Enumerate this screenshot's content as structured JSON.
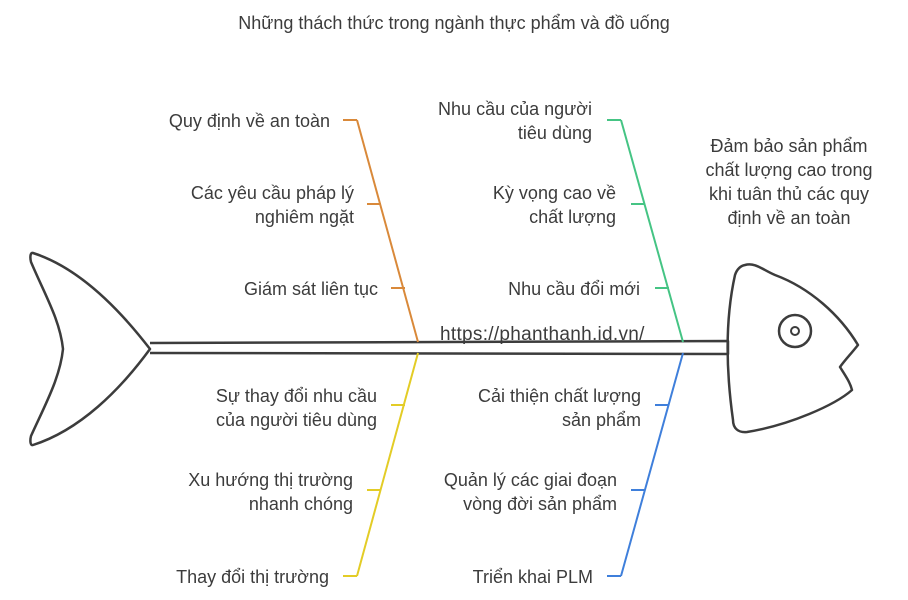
{
  "title": "Những thách thức trong ngành thực phẩm và đồ uống",
  "head_text": [
    "Đảm bảo sản phẩm",
    "chất lượng cao trong",
    "khi tuân thủ các quy",
    "định về an toàn"
  ],
  "watermark": "https://phanthanh.id.vn/",
  "branches": {
    "top_left": {
      "color": "#d9893a",
      "items": [
        {
          "lines": [
            "Quy định về an toàn"
          ]
        },
        {
          "lines": [
            "Các yêu cầu pháp lý",
            "nghiêm ngặt"
          ]
        },
        {
          "lines": [
            "Giám sát liên tục"
          ]
        }
      ]
    },
    "top_right": {
      "color": "#45c484",
      "items": [
        {
          "lines": [
            "Nhu cầu của người",
            "tiêu dùng"
          ]
        },
        {
          "lines": [
            "Kỳ vọng cao về",
            "chất lượng"
          ]
        },
        {
          "lines": [
            "Nhu cầu đổi mới"
          ]
        }
      ]
    },
    "bottom_left": {
      "color": "#e3cc26",
      "items": [
        {
          "lines": [
            "Sự thay đổi nhu cầu",
            "của người tiêu dùng"
          ]
        },
        {
          "lines": [
            "Xu hướng thị trường",
            "nhanh chóng"
          ]
        },
        {
          "lines": [
            "Thay đổi thị trường"
          ]
        }
      ]
    },
    "bottom_right": {
      "color": "#3f7fdb",
      "items": [
        {
          "lines": [
            "Cải thiện chất lượng",
            "sản phẩm"
          ]
        },
        {
          "lines": [
            "Quản lý các giai đoạn",
            "vòng đời sản phẩm"
          ]
        },
        {
          "lines": [
            "Triển khai PLM"
          ]
        }
      ]
    }
  }
}
